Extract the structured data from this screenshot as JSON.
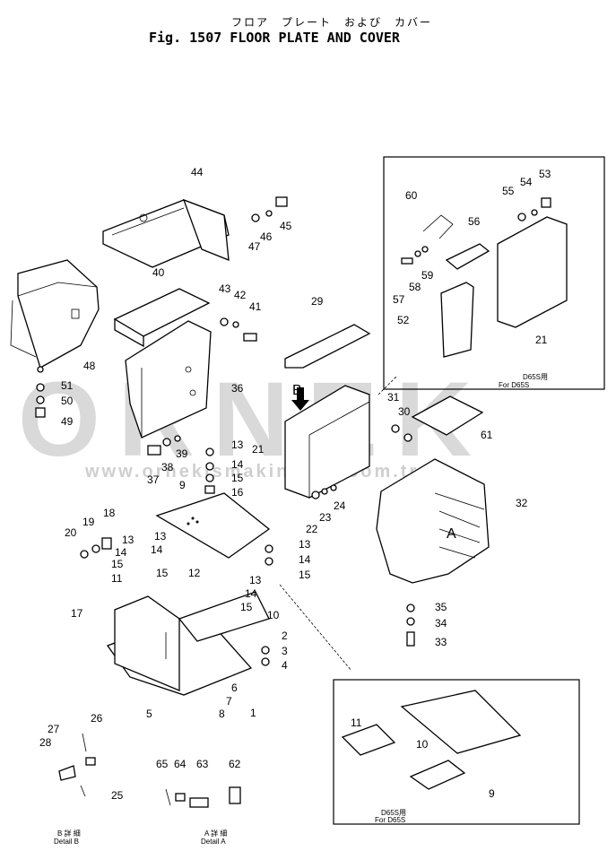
{
  "header": {
    "jp_title": "フロア　プレート　および　カバー",
    "title": "Fig. 1507   FLOOR PLATE AND COVER"
  },
  "watermark": {
    "brand": "ORNEK",
    "url": "www.ornekismakinalari.com.tr"
  },
  "detail_boxes": {
    "top_note_jp": "D65S用",
    "top_note": "For D65S",
    "bottom_note_jp": "D65S用",
    "bottom_note": "For D65S"
  },
  "view_markers": {
    "a": "A",
    "b": "B"
  },
  "detail_labels": {
    "b_jp": "B 詳 細",
    "b": "Detail B",
    "a_jp": "A 詳 細",
    "a": "Detail A"
  },
  "callouts": [
    {
      "label": "44"
    },
    {
      "label": "45"
    },
    {
      "label": "46"
    },
    {
      "label": "47"
    },
    {
      "label": "40"
    },
    {
      "label": "43"
    },
    {
      "label": "42"
    },
    {
      "label": "41"
    },
    {
      "label": "36"
    },
    {
      "label": "29"
    },
    {
      "label": "48"
    },
    {
      "label": "51"
    },
    {
      "label": "50"
    },
    {
      "label": "49"
    },
    {
      "label": "13"
    },
    {
      "label": "14"
    },
    {
      "label": "15"
    },
    {
      "label": "16"
    },
    {
      "label": "37"
    },
    {
      "label": "38"
    },
    {
      "label": "39"
    },
    {
      "label": "21"
    },
    {
      "label": "22"
    },
    {
      "label": "23"
    },
    {
      "label": "24"
    },
    {
      "label": "31"
    },
    {
      "label": "30"
    },
    {
      "label": "61"
    },
    {
      "label": "32"
    },
    {
      "label": "9"
    },
    {
      "label": "13"
    },
    {
      "label": "14"
    },
    {
      "label": "15"
    },
    {
      "label": "20"
    },
    {
      "label": "19"
    },
    {
      "label": "18"
    },
    {
      "label": "13"
    },
    {
      "label": "14"
    },
    {
      "label": "15"
    },
    {
      "label": "11"
    },
    {
      "label": "13"
    },
    {
      "label": "14"
    },
    {
      "label": "15"
    },
    {
      "label": "12"
    },
    {
      "label": "13"
    },
    {
      "label": "14"
    },
    {
      "label": "15"
    },
    {
      "label": "17"
    },
    {
      "label": "10"
    },
    {
      "label": "2"
    },
    {
      "label": "3"
    },
    {
      "label": "4"
    },
    {
      "label": "5"
    },
    {
      "label": "6"
    },
    {
      "label": "7"
    },
    {
      "label": "8"
    },
    {
      "label": "1"
    },
    {
      "label": "35"
    },
    {
      "label": "34"
    },
    {
      "label": "33"
    },
    {
      "label": "60"
    },
    {
      "label": "53"
    },
    {
      "label": "54"
    },
    {
      "label": "55"
    },
    {
      "label": "56"
    },
    {
      "label": "59"
    },
    {
      "label": "58"
    },
    {
      "label": "57"
    },
    {
      "label": "52"
    },
    {
      "label": "21"
    },
    {
      "label": "11"
    },
    {
      "label": "10"
    },
    {
      "label": "9"
    },
    {
      "label": "27"
    },
    {
      "label": "26"
    },
    {
      "label": "28"
    },
    {
      "label": "25"
    },
    {
      "label": "65"
    },
    {
      "label": "64"
    },
    {
      "label": "63"
    },
    {
      "label": "62"
    }
  ]
}
